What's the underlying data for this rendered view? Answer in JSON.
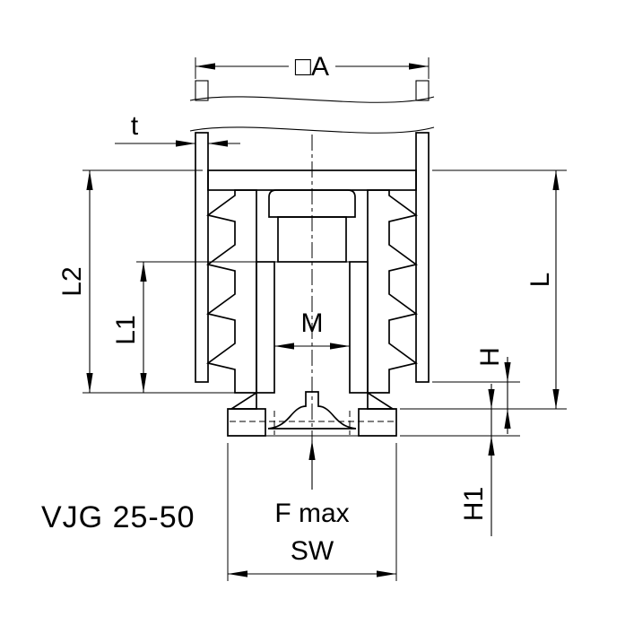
{
  "drawing": {
    "part_name": "VJG 25-50",
    "labels": {
      "a": "□A",
      "t": "t",
      "l2": "L2",
      "l1": "L1",
      "m": "M",
      "l": "L",
      "h": "H",
      "h1": "H1",
      "f_max": "F max",
      "sw": "SW"
    },
    "colors": {
      "line": "#000000",
      "background": "#ffffff"
    }
  }
}
